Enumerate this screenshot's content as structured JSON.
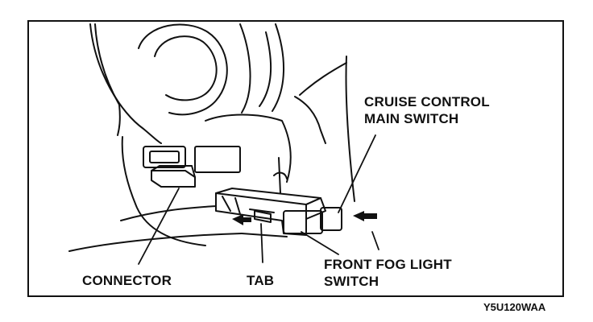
{
  "labels": {
    "cruise_control_main_switch": "CRUISE CONTROL\nMAIN SWITCH",
    "connector": "CONNECTOR",
    "tab": "TAB",
    "front_fog_light_switch": "FRONT FOG LIGHT\nSWITCH"
  },
  "figure_code": "Y5U120WAA"
}
